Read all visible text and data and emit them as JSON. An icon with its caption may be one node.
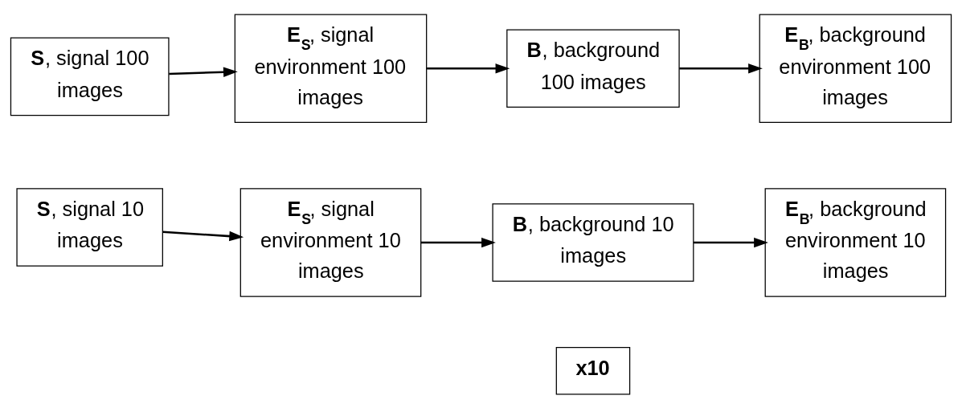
{
  "diagram": {
    "nodes": [
      {
        "text": [
          "**S**, signal 100 images"
        ]
      },
      {
        "text": [
          "**E$_{S}$**, signal environment 100 images"
        ]
      },
      {
        "text": [
          "**B**, background 100 images"
        ]
      },
      {
        "text": [
          "**E$_{B}$**, background environment 100 images"
        ]
      },
      {
        "text": [
          "**S**, signal 10 images"
        ]
      },
      {
        "text": [
          "**E$_{S}$**, signal environment 10 images"
        ]
      },
      {
        "text": [
          "**B**, background 10 images"
        ]
      },
      {
        "text": [
          "**E$_{B}$**, background environment 10 images"
        ]
      },
      {
        "text": [
          "**x10**"
        ]
      }
    ],
    "edges": [
      {
        "from": 0,
        "to": 1,
        "arrow": "to"
      },
      {
        "from": 1,
        "to": 2,
        "arrow": "to"
      },
      {
        "from": 2,
        "to": 3,
        "arrow": "to"
      },
      {
        "from": 4,
        "to": 5,
        "arrow": "to"
      },
      {
        "from": 5,
        "to": 6,
        "arrow": "to"
      },
      {
        "from": 6,
        "to": 7,
        "arrow": "to"
      }
    ]
  }
}
